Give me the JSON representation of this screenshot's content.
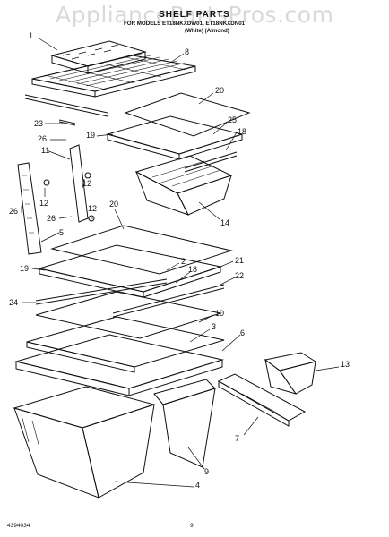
{
  "watermark": "AppliancePartsPros.com",
  "header": {
    "title": "SHELF PARTS",
    "model_line": "FOR MODELS ET18NKXDW01, ET18NKXDN01",
    "variant_line": "(White)      (Almond)"
  },
  "callouts": [
    "1",
    "8",
    "20",
    "23",
    "25",
    "19",
    "18",
    "26",
    "11",
    "12",
    "14",
    "26",
    "12",
    "26",
    "5",
    "20",
    "12",
    "2",
    "21",
    "19",
    "18",
    "22",
    "24",
    "10",
    "3",
    "6",
    "13",
    "7",
    "9",
    "4"
  ],
  "footer": {
    "left_code": "4394034",
    "page_number": "9"
  }
}
